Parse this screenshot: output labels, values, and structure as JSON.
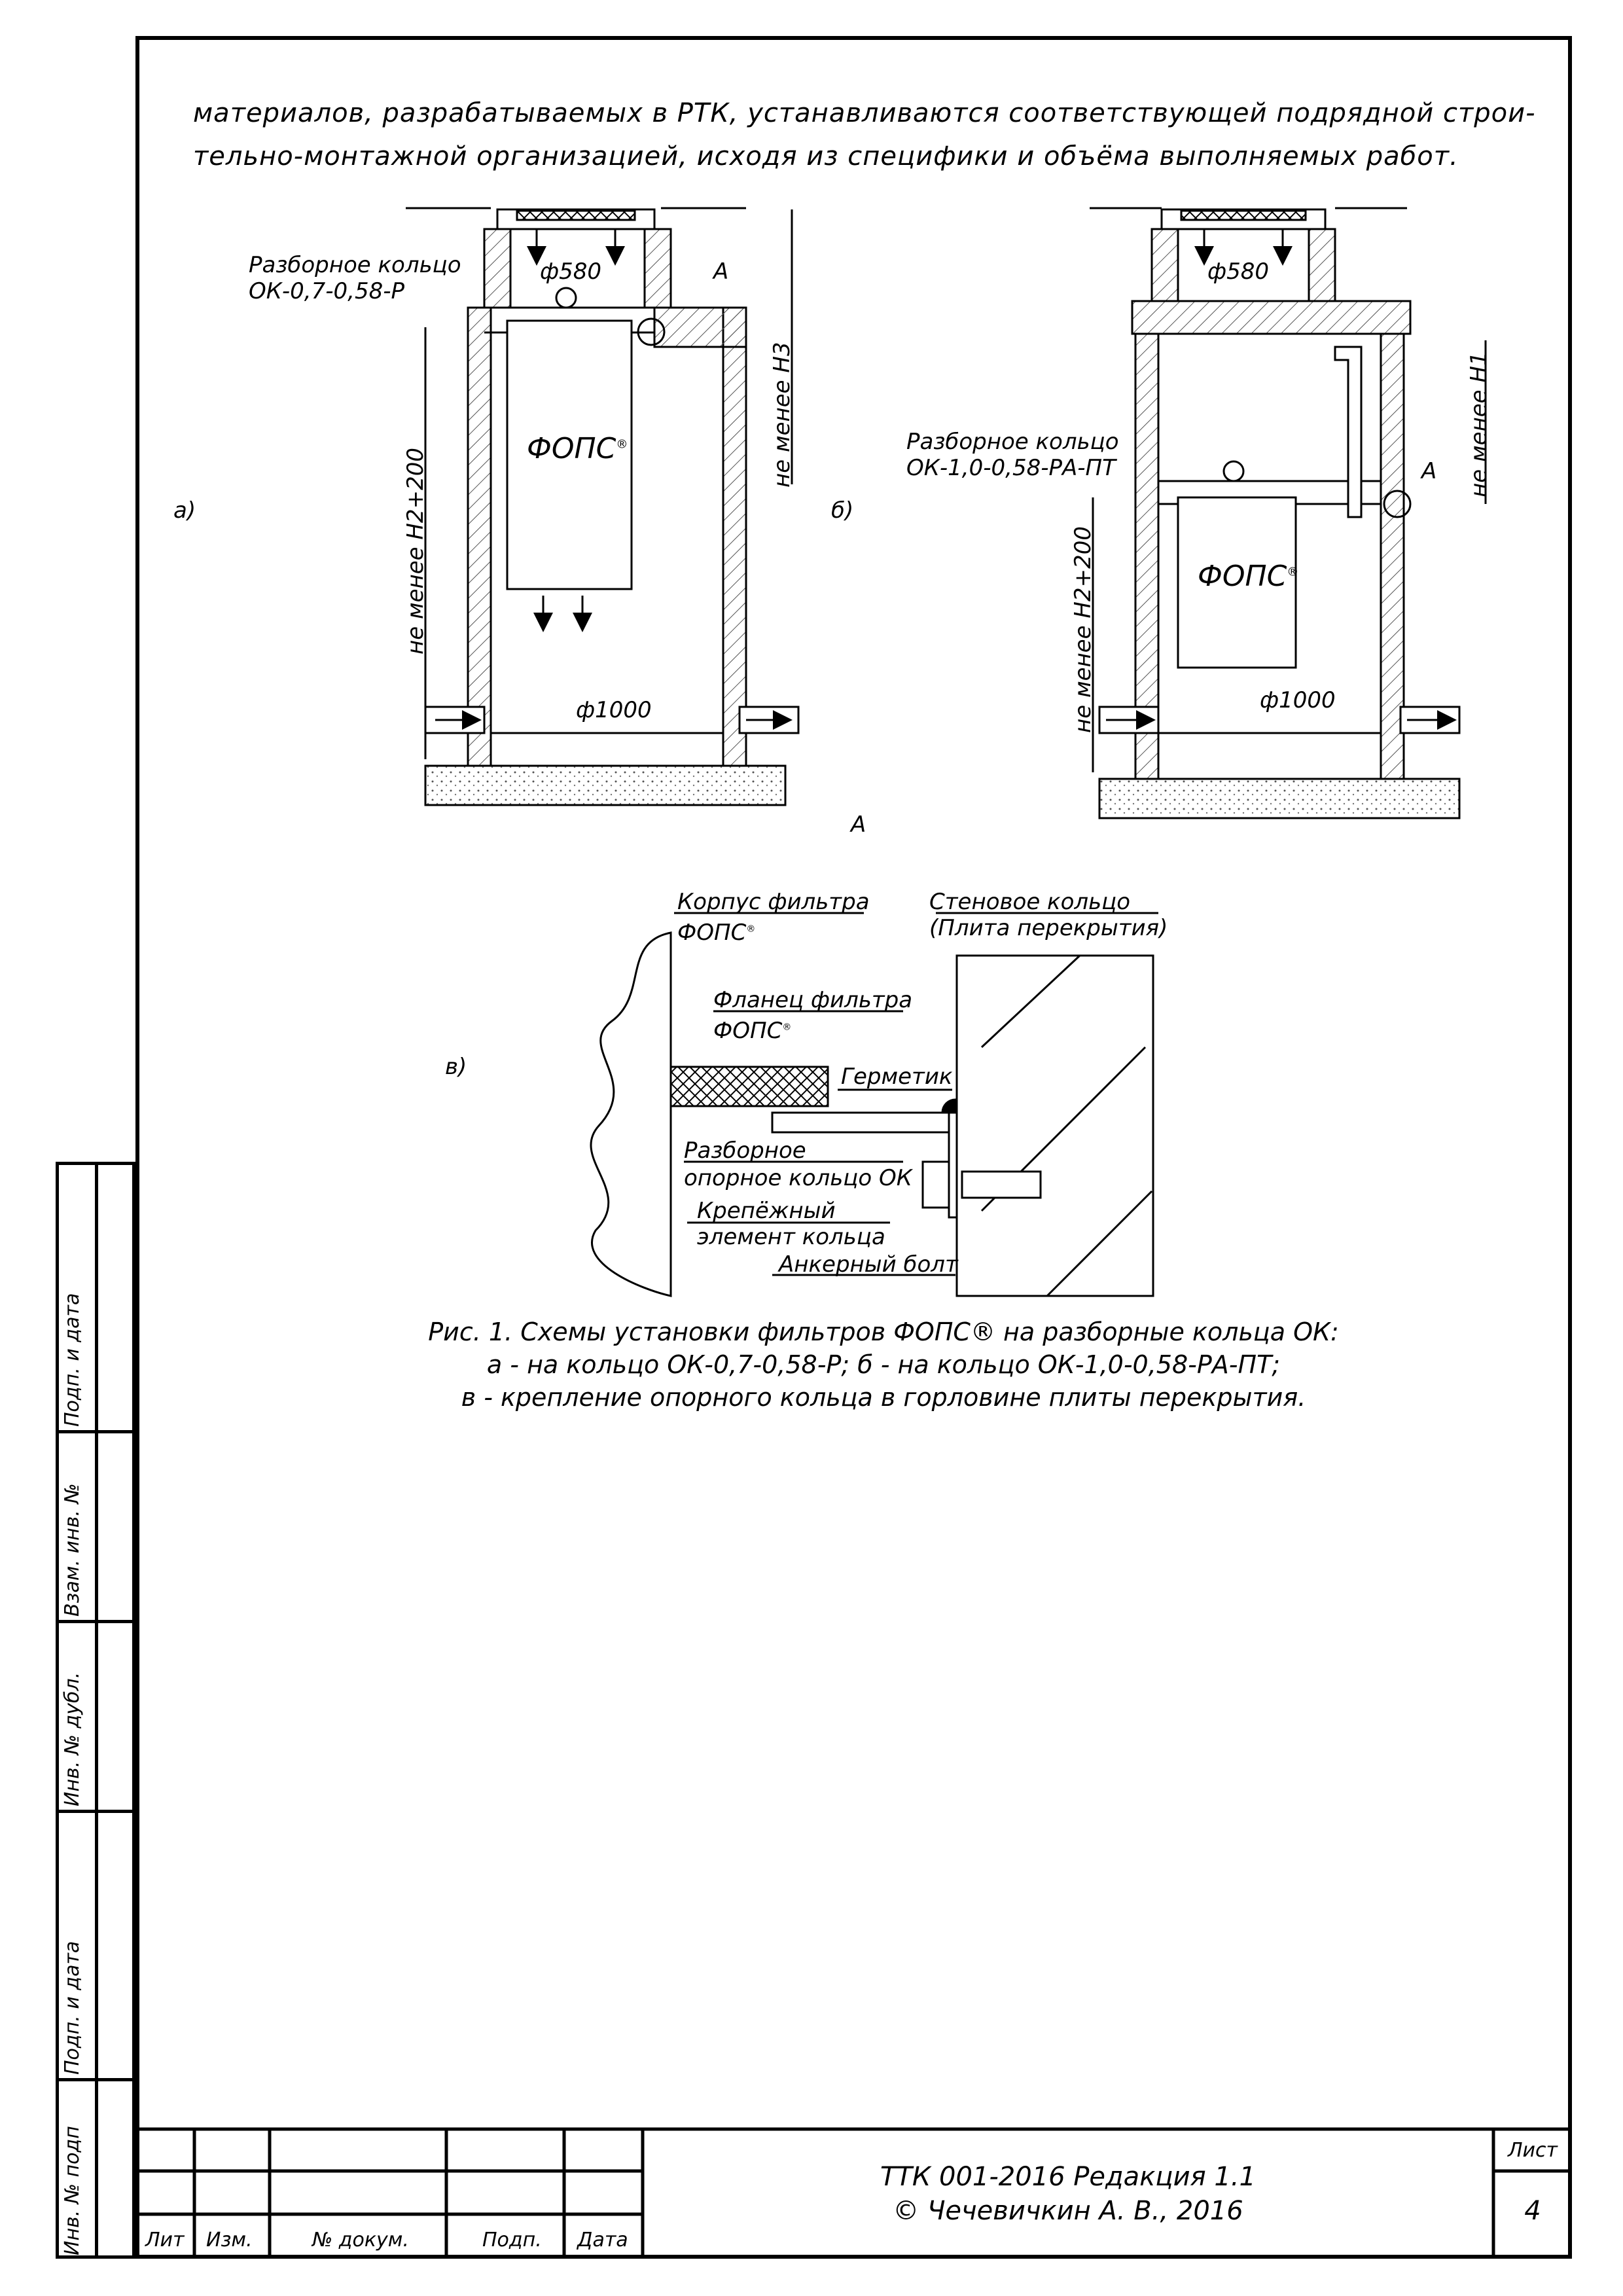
{
  "intro": {
    "line1": "материалов, разрабатываемых в РТК, устанавливаются соответствующей подрядной строи-",
    "line2": "тельно-монтажной организацией, исходя из специфики и объёма выполняемых работ."
  },
  "fig_a": {
    "letter": "а)",
    "ring_label": "Разборное кольцо",
    "ring_code": "ОК-0,7-0,58-Р",
    "d_top": "ф580",
    "d_bottom": "ф1000",
    "callout": "А",
    "dim_left": "не менее Н2+200",
    "dim_right": "не менее Н3",
    "filter": "ФОПС",
    "reg": "®"
  },
  "fig_b": {
    "letter": "б)",
    "ring_label": "Разборное кольцо",
    "ring_code": "ОК-1,0-0,58-РА-ПТ",
    "d_top": "ф580",
    "d_bottom": "ф1000",
    "callout": "А",
    "dim_left": "не менее Н2+200",
    "dim_right": "не менее Н1",
    "filter": "ФОПС",
    "reg": "®"
  },
  "detail": {
    "title": "А",
    "letter": "в)",
    "body_label": "Корпус фильтра",
    "body_label2": "ФОПС",
    "wall_label": "Стеновое кольцо",
    "wall_label2": "(Плита перекрытия)",
    "flange_label": "Фланец фильтра",
    "flange_label2": "ФОПС",
    "sealant": "Герметик",
    "ring_label": "Разборное",
    "ring_label2": "опорное кольцо ОК",
    "fix_label": "Крепёжный",
    "fix_label2": "элемент кольца",
    "bolt_label": "Анкерный болт",
    "reg": "®"
  },
  "caption": {
    "line1": "Рис. 1. Схемы установки фильтров ФОПС® на разборные кольца ОК:",
    "line2": "а - на кольцо ОК-0,7-0,58-Р; б - на кольцо ОК-1,0-0,58-РА-ПТ;",
    "line3": "в - крепление опорного кольца в горловине плиты перекрытия."
  },
  "side_stamp": {
    "cells": [
      "Подп. и дата",
      "Взам. инв. №",
      "Инв. № дубл.",
      "Подп. и дата",
      "Инв. № подп"
    ]
  },
  "title_block": {
    "cols": [
      "Лит",
      "Изм.",
      "№ докум.",
      "Подп.",
      "Дата"
    ],
    "doc_line1": "ТТК 001-2016 Редакция 1.1",
    "doc_line2": "© Чечевичкин А. В., 2016",
    "sheet_label": "Лист",
    "sheet_no": "4"
  }
}
